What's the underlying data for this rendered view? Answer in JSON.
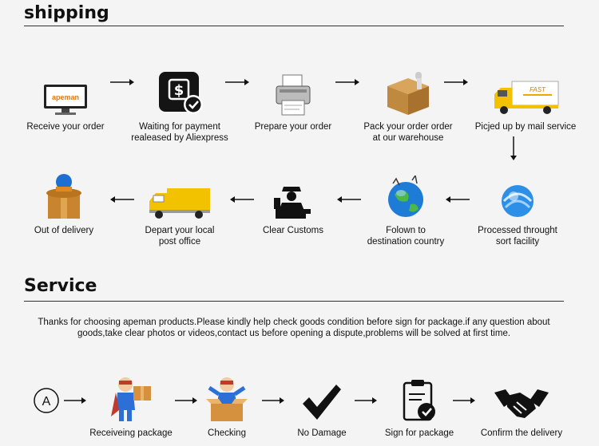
{
  "shipping": {
    "title": "shipping",
    "row1": [
      {
        "name": "receive-order",
        "label": "Receive your order",
        "icon": "monitor-icon",
        "brand": "apeman"
      },
      {
        "name": "waiting-payment",
        "label": "Waiting for payment\nrealeased by Aliexpress",
        "icon": "dollar-check-icon"
      },
      {
        "name": "prepare-order",
        "label": "Prepare your order",
        "icon": "printer-icon"
      },
      {
        "name": "pack-order",
        "label": "Pack your order order\nat our warehouse",
        "icon": "box-icon"
      },
      {
        "name": "picked-up",
        "label": "Picjed up by mail service",
        "icon": "truck-icon",
        "truck_text": "FAST"
      }
    ],
    "row2": [
      {
        "name": "out-of-delivery",
        "label": "Out of delivery",
        "icon": "parcel-icon"
      },
      {
        "name": "depart-post-office",
        "label": "Depart your local\npost office",
        "icon": "yellow-van-icon"
      },
      {
        "name": "clear-customs",
        "label": "Clear Customs",
        "icon": "customs-officer-icon"
      },
      {
        "name": "follow-destination",
        "label": "Folown to\ndestination country",
        "icon": "globe-icon"
      },
      {
        "name": "processed-sort",
        "label": "Processed throught\nsort facility",
        "icon": "swirl-globe-icon"
      }
    ]
  },
  "service": {
    "title": "Service",
    "text_line1": "Thanks for choosing apeman products.Please kindly help check goods condition before sign for package.if any question about",
    "text_line2": "goods,take clear photos or videos,contact us before opening a dispute,problems will be solved at first time.",
    "start_glyph": "A",
    "steps": [
      {
        "name": "receiving-package",
        "label": "Receiveing package",
        "icon": "superhero-box-icon"
      },
      {
        "name": "checking",
        "label": "Checking",
        "icon": "superhero-open-box-icon"
      },
      {
        "name": "no-damage",
        "label": "No Damage",
        "icon": "checkmark-icon"
      },
      {
        "name": "sign-package",
        "label": "Sign for package",
        "icon": "clipboard-check-icon"
      },
      {
        "name": "confirm-delivery",
        "label": "Confirm the delivery",
        "icon": "handshake-icon"
      }
    ]
  },
  "colors": {
    "accent_yellow": "#f2c200",
    "globe_blue": "#1e7bd6",
    "dark": "#1a1a1a"
  }
}
